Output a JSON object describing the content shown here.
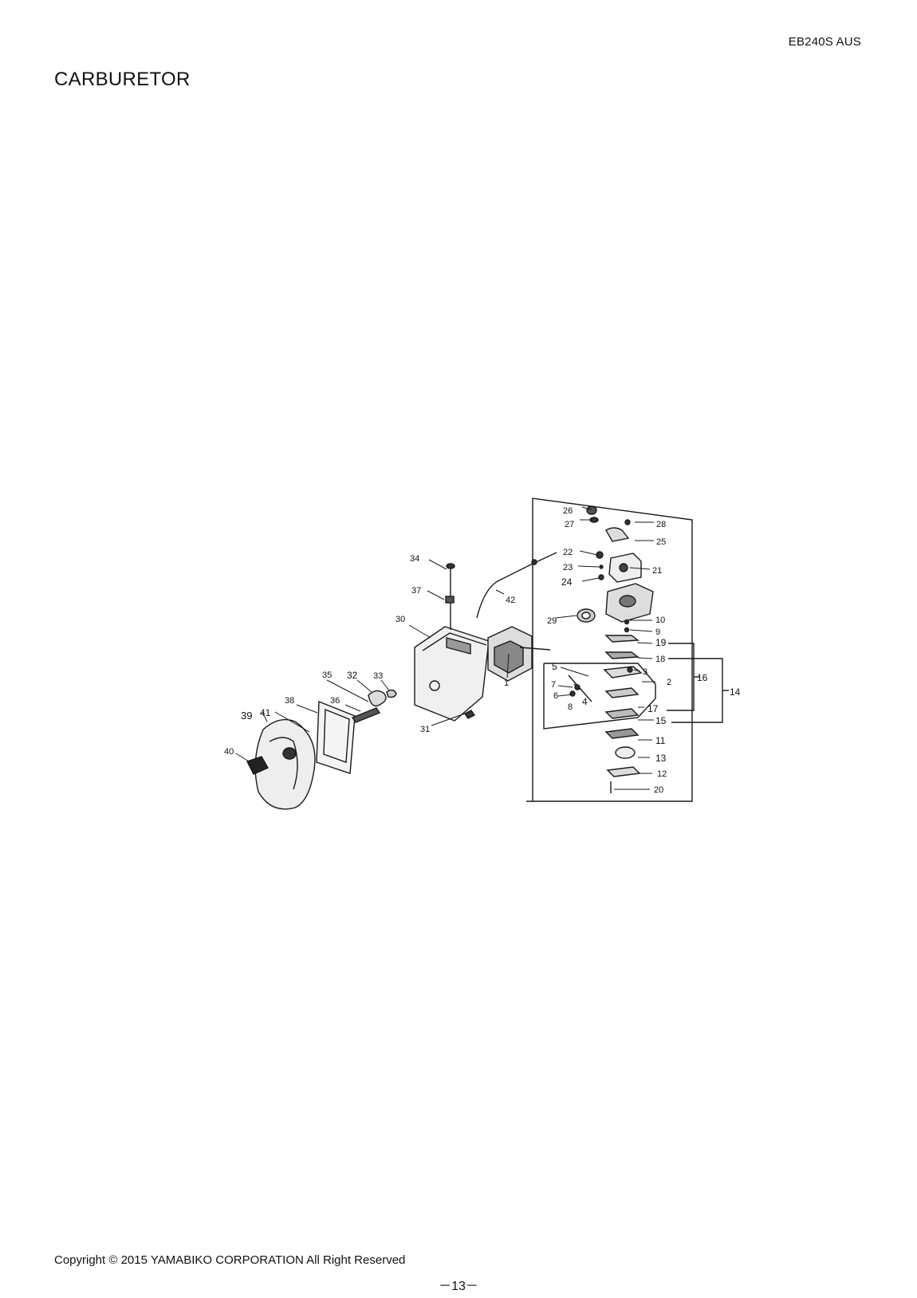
{
  "header": {
    "model": "EB240S AUS",
    "title": "CARBURETOR"
  },
  "diagram": {
    "labels": [
      "1",
      "2",
      "3",
      "4",
      "5",
      "6",
      "7",
      "8",
      "9",
      "10",
      "11",
      "12",
      "13",
      "14",
      "15",
      "16",
      "17",
      "18",
      "19",
      "20",
      "21",
      "22",
      "23",
      "24",
      "25",
      "26",
      "27",
      "28",
      "29",
      "30",
      "31",
      "32",
      "33",
      "34",
      "35",
      "36",
      "37",
      "38",
      "39",
      "40",
      "41",
      "42"
    ]
  },
  "footer": {
    "copyright": "Copyright © 2015 YAMABIKO CORPORATION All Right Reserved",
    "page": "－13－"
  }
}
